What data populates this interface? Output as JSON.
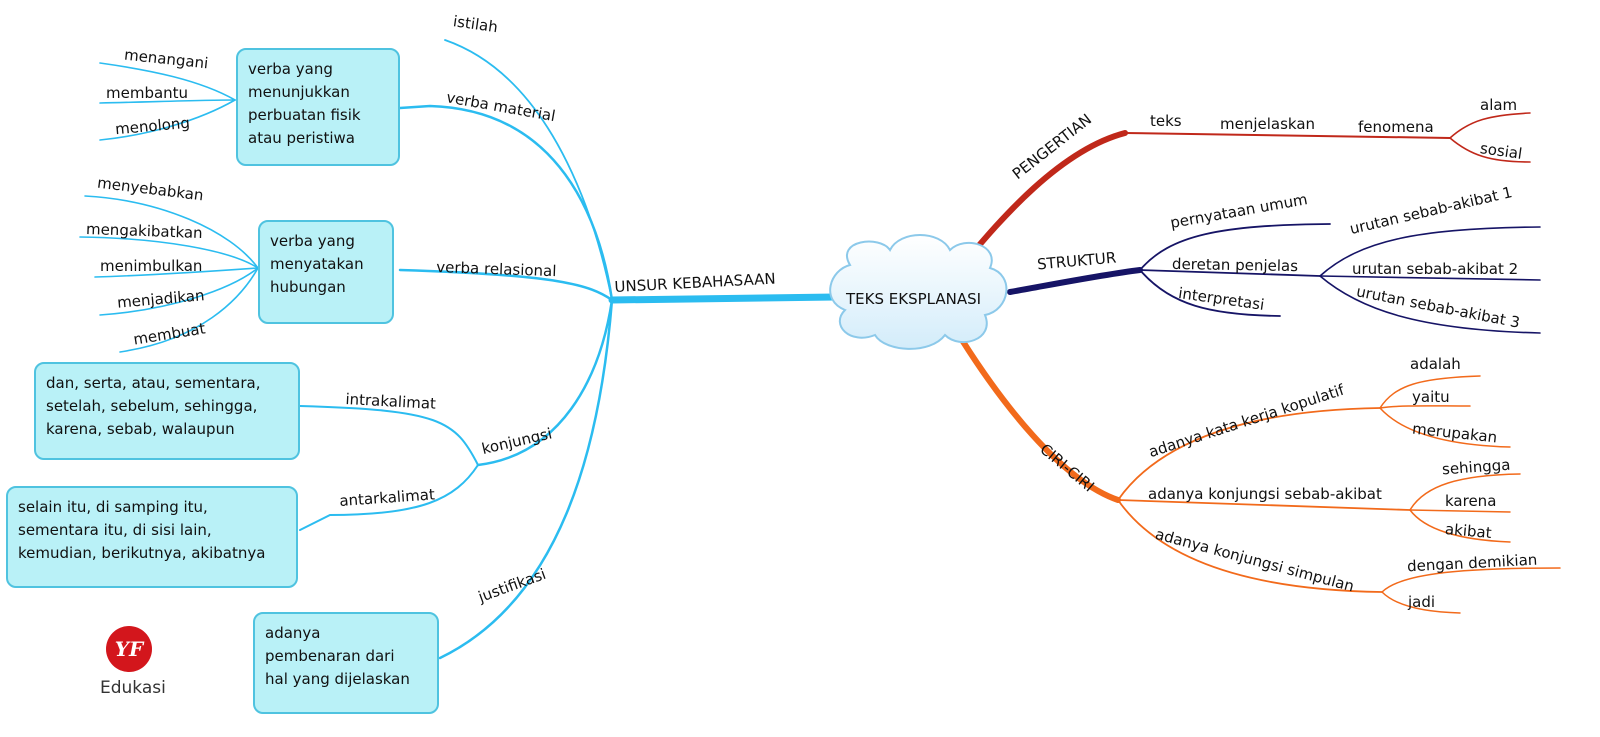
{
  "center": "TEKS EKSPLANASI",
  "left": {
    "label": "UNSUR KEBAHASAAN",
    "istilah": "istilah",
    "verba_material": {
      "label": "verba material",
      "box": [
        "verba yang",
        "menunjukkan",
        "perbuatan fisik",
        "atau peristiwa"
      ],
      "examples": [
        "menangani",
        "membantu",
        "menolong"
      ]
    },
    "verba_relasional": {
      "label": "verba relasional",
      "box": [
        "verba yang",
        "menyatakan",
        "hubungan"
      ],
      "examples": [
        "menyebabkan",
        "mengakibatkan",
        "menimbulkan",
        "menjadikan",
        "membuat"
      ]
    },
    "konjungsi": {
      "label": "konjungsi",
      "intrakalimat": {
        "label": "intrakalimat",
        "box": [
          "dan, serta, atau, sementara,",
          "setelah, sebelum, sehingga,",
          "karena, sebab, walaupun"
        ]
      },
      "antarkalimat": {
        "label": "antarkalimat",
        "box": [
          "selain itu, di samping itu,",
          "sementara itu, di sisi lain,",
          "kemudian, berikutnya, akibatnya"
        ]
      }
    },
    "justifikasi": {
      "label": "justifikasi",
      "box": [
        "adanya",
        "pembenaran dari",
        "hal yang dijelaskan"
      ]
    }
  },
  "right": {
    "pengertian": {
      "label": "PENGERTIAN",
      "chain": [
        "teks",
        "menjelaskan",
        "fenomena"
      ],
      "leaves": [
        "alam",
        "sosial"
      ]
    },
    "struktur": {
      "label": "STRUKTUR",
      "items": [
        "pernyataan umum",
        "deretan penjelas",
        "interpretasi"
      ],
      "sub": [
        "urutan sebab-akibat 1",
        "urutan sebab-akibat 2",
        "urutan sebab-akibat 3"
      ]
    },
    "ciri": {
      "label": "CIRI-CIRI",
      "kopulatif": {
        "label": "adanya kata kerja kopulatif",
        "leaves": [
          "adalah",
          "yaitu",
          "merupakan"
        ]
      },
      "sebab": {
        "label": "adanya konjungsi sebab-akibat",
        "leaves": [
          "sehingga",
          "karena",
          "akibat"
        ]
      },
      "simpulan": {
        "label": "adanya konjungsi simpulan",
        "leaves": [
          "dengan demikian",
          "jadi"
        ]
      }
    }
  },
  "logo": {
    "mark": "YF",
    "text": "Edukasi"
  },
  "colors": {
    "left": "#2bbcf0",
    "pengertian": "#c0281a",
    "struktur": "#161466",
    "ciri": "#f26a1b",
    "box_fill": "#b9f1f7",
    "box_border": "#4fc3e0"
  }
}
